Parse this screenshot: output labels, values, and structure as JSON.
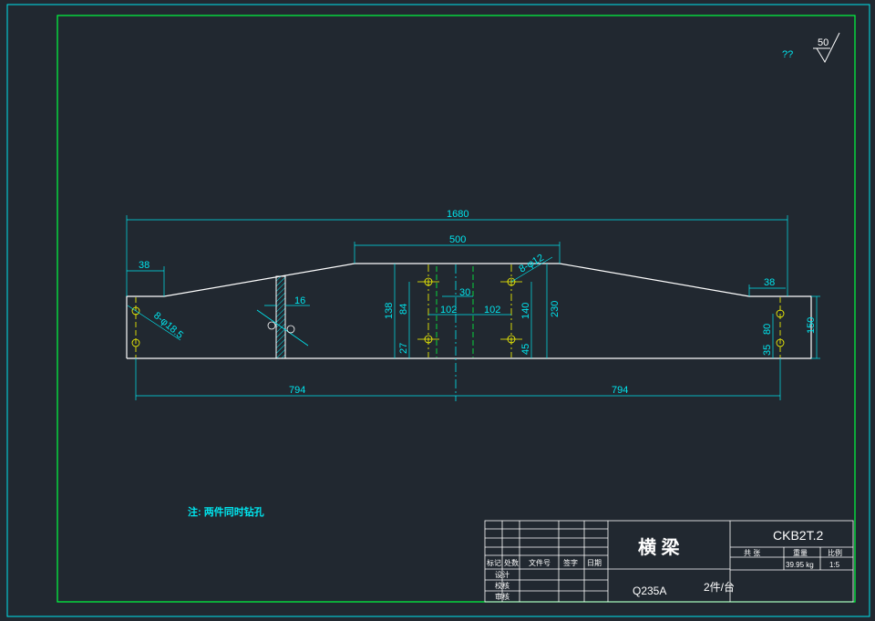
{
  "surface_symbol": {
    "mark": "??",
    "value": "50"
  },
  "dimensions": {
    "overall": "1680",
    "top_flat": "500",
    "left_step": "38",
    "right_step": "38",
    "hole_left": "8-φ18.5",
    "hole_center": "8-φ12",
    "weld": "16",
    "h138": "138",
    "h84": "84",
    "h27": "27",
    "w30": "30",
    "w102a": "102",
    "w102b": "102",
    "h140": "140",
    "h230": "230",
    "h45": "45",
    "h80": "80",
    "h35": "35",
    "h150": "150",
    "bottom_left": "794",
    "bottom_right": "794"
  },
  "note": "注: 两件同时钻孔",
  "title_block": {
    "part_name": "横   梁",
    "drawing_no": "CKB2T.2",
    "material": "Q235A",
    "quantity": "2件/台",
    "weight": "39.95 kg",
    "scale": "1:5",
    "headers": {
      "mark": "标记",
      "count": "处数",
      "doc": "文件号",
      "sign": "签字",
      "date": "日期",
      "design": "设计",
      "check": "校核",
      "approve": "审核",
      "total": "共 张",
      "weight_label": "重量",
      "scale_label": "比例"
    }
  },
  "colors": {
    "background": "#212830",
    "frame": "#00ff40",
    "border": "#00e5ee",
    "part": "#ffffff",
    "dimension": "#00e5ee",
    "hole": "#ffff00"
  }
}
